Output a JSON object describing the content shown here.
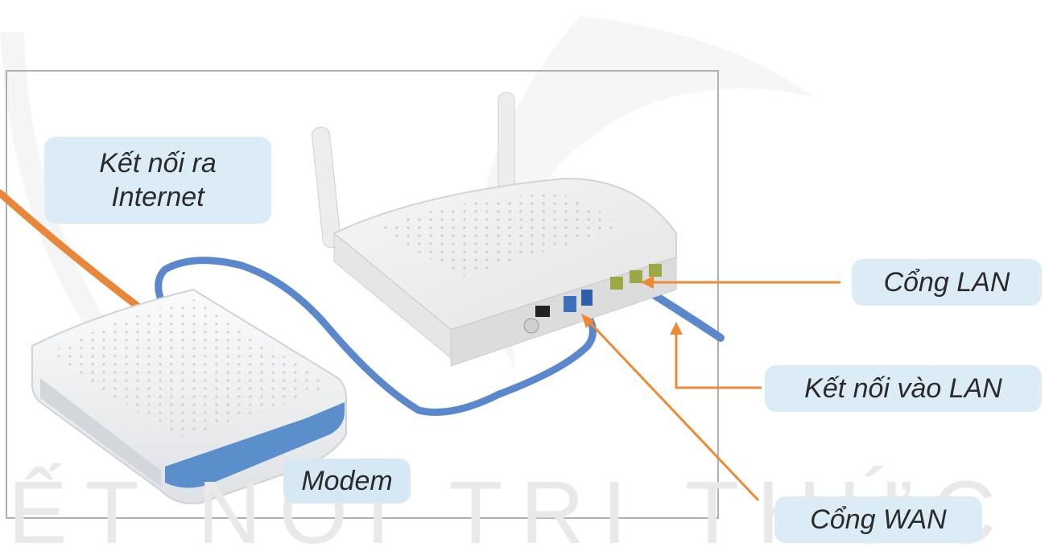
{
  "labels": {
    "internet_line1": "Kết nối ra",
    "internet_line2": "Internet",
    "lan_port": "Cổng LAN",
    "lan_connection": "Kết nối vào LAN",
    "wan_port": "Cổng WAN",
    "modem": "Modem"
  },
  "watermark": "ẾT NỐI TRI THỨC",
  "colors": {
    "callout_line": "#ee8a33",
    "cable": "#5b88cc",
    "label_background": "#dcecf6",
    "frame": "#b0b0b0"
  }
}
